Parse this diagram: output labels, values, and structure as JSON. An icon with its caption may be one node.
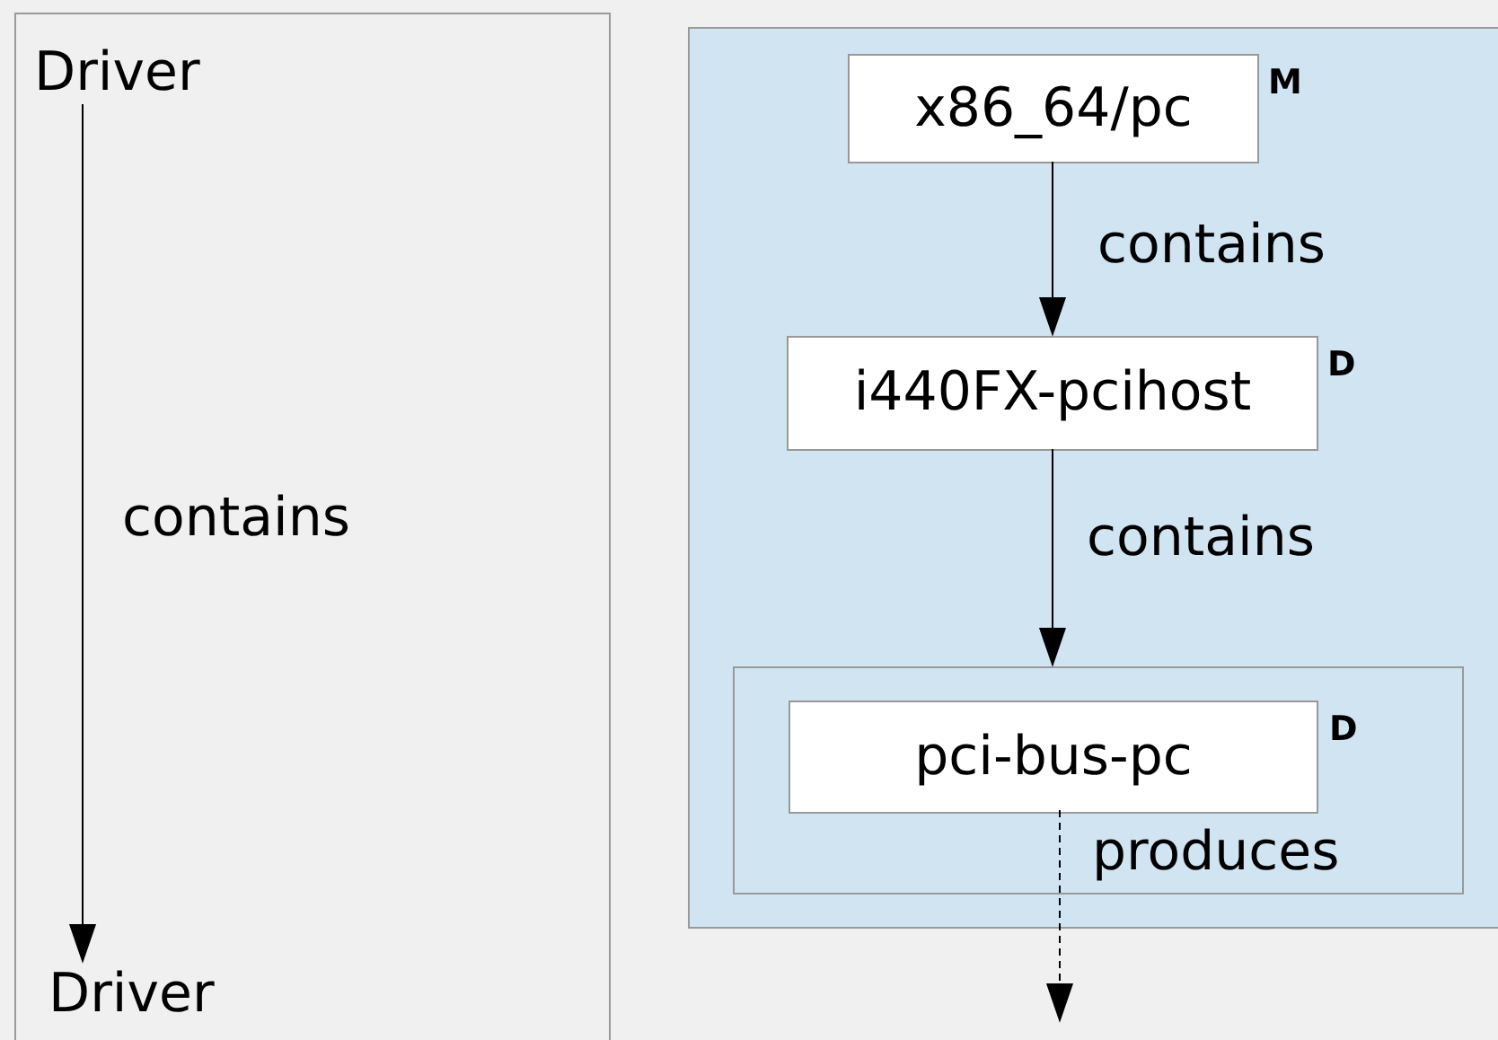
{
  "diagram": {
    "nodes": [
      {
        "text": [],
        "shape": "box"
      },
      {
        "text": [
          "Driver"
        ],
        "in": 0
      },
      {
        "text": [
          "Driver"
        ],
        "in": 0
      },
      {
        "text": [],
        "shape": "box"
      },
      {
        "text": [
          "x86_64/pc"
        ],
        "in": 3,
        "beside": [
          "M"
        ]
      },
      {
        "text": [
          "i440FX-pcihost"
        ],
        "in": 3,
        "beside": [
          "D"
        ]
      },
      {
        "text": [],
        "shape": "box",
        "in": 3
      },
      {
        "text": [
          "pci-bus-pc"
        ],
        "in": 6,
        "beside": [
          "D"
        ]
      }
    ],
    "edges": [
      {
        "from": 1,
        "to": 2,
        "arrow": "to",
        "label": "contains"
      },
      {
        "from": 4,
        "to": 5,
        "arrow": "to",
        "label": "contains"
      },
      {
        "from": 5,
        "to": 6,
        "arrow": "to",
        "label": "contains"
      },
      {
        "from": 7,
        "to": null,
        "arrow": "to",
        "label": "produces",
        "style": "dashed"
      }
    ]
  }
}
